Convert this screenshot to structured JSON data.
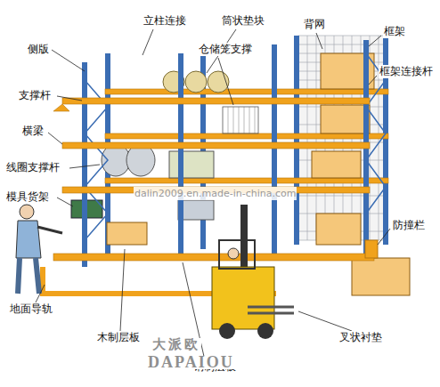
{
  "diagram": {
    "labels": [
      "侧版",
      "立柱连接",
      "筒状垫块",
      "仓储笼支撑",
      "背网",
      "框架",
      "支撑杆",
      "框架连接杆",
      "横梁",
      "线圈支撑杆",
      "模具货架",
      "防撞栏",
      "地面导轨",
      "木制层板",
      "叉状衬垫",
      "钢制层板",
      "dalin2009.en.made-in-china.com",
      "大派欧",
      "DAPAIOU"
    ]
  }
}
